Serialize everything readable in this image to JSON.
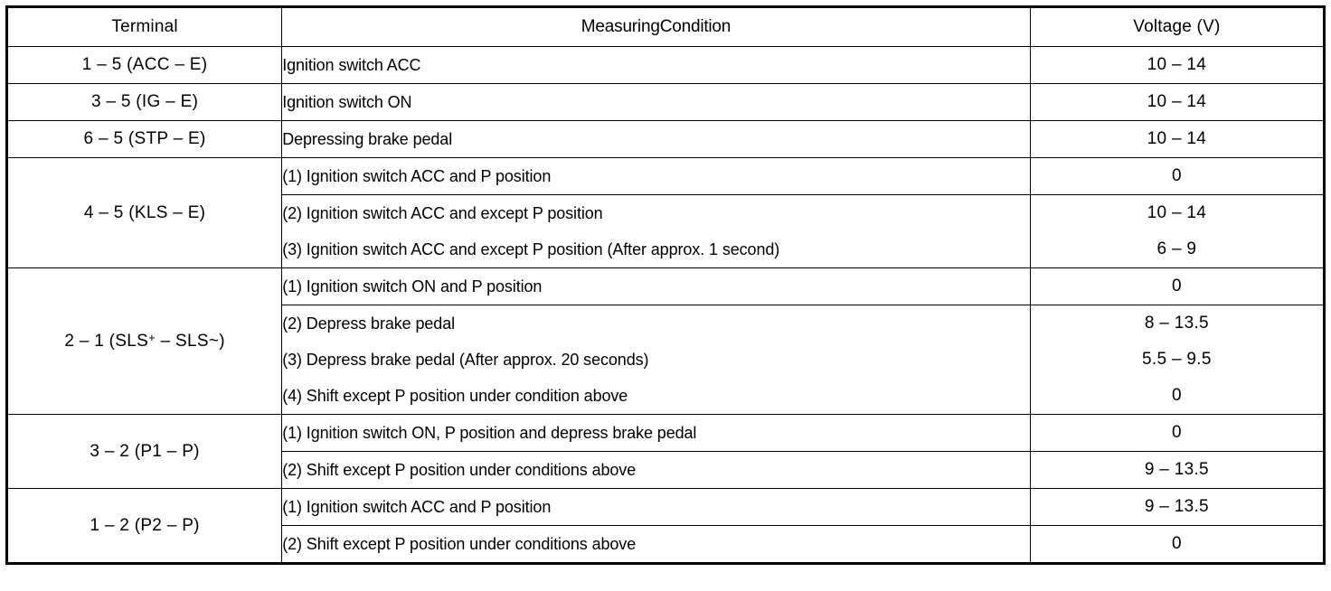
{
  "table": {
    "headers": {
      "terminal": "Terminal",
      "condition": "MeasuringCondition",
      "voltage": "Voltage (V)"
    },
    "groups": [
      {
        "terminal": "1 – 5 (ACC – E)",
        "rows": [
          {
            "condition": "Ignition switch ACC",
            "voltage": "10 – 14"
          }
        ]
      },
      {
        "terminal": "3 – 5 (IG – E)",
        "rows": [
          {
            "condition": "Ignition switch ON",
            "voltage": "10 – 14"
          }
        ]
      },
      {
        "terminal": "6 – 5 (STP – E)",
        "rows": [
          {
            "condition": "Depressing brake pedal",
            "voltage": "10 – 14"
          }
        ]
      },
      {
        "terminal": "4 – 5 (KLS – E)",
        "rows": [
          {
            "condition": "(1) Ignition switch ACC and P position",
            "voltage": "0"
          },
          {
            "condition": "(2) Ignition switch ACC and except P position",
            "voltage": "10 – 14"
          },
          {
            "condition": "(3) Ignition switch ACC and except P position (After approx. 1 second)",
            "voltage": "6 – 9"
          }
        ]
      },
      {
        "terminal": "2 – 1 (SLS+ – SLS~)",
        "terminal_base": "2 – 1 (SLS",
        "terminal_sup": "+",
        "terminal_tail": " – SLS~)",
        "rows": [
          {
            "condition": "(1) Ignition switch ON and P position",
            "voltage": "0"
          },
          {
            "condition": "(2) Depress brake pedal",
            "voltage": "8 – 13.5"
          },
          {
            "condition": "(3) Depress brake pedal (After approx. 20 seconds)",
            "voltage": "5.5 – 9.5"
          },
          {
            "condition": "(4) Shift except P position under condition above",
            "voltage": "0"
          }
        ]
      },
      {
        "terminal": "3 – 2 (P1 – P)",
        "rows": [
          {
            "condition": "(1) Ignition switch ON, P position and depress brake pedal",
            "voltage": "0"
          },
          {
            "condition": "(2) Shift except P position under conditions above",
            "voltage": "9 – 13.5"
          }
        ]
      },
      {
        "terminal": "1 – 2 (P2 – P)",
        "rows": [
          {
            "condition": "(1) Ignition switch ACC and P position",
            "voltage": "9 – 13.5"
          },
          {
            "condition": "(2) Shift except P position under conditions above",
            "voltage": "0"
          }
        ]
      }
    ]
  }
}
